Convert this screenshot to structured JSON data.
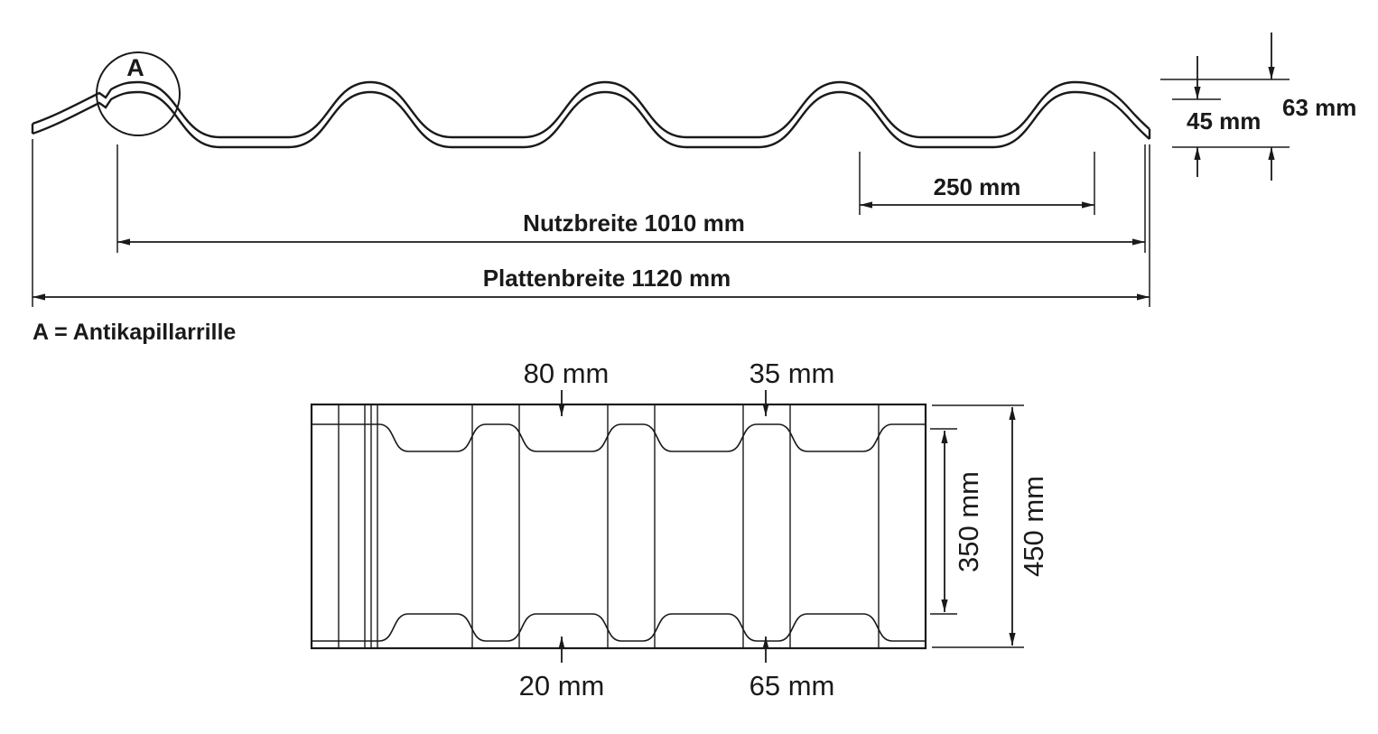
{
  "profile_view": {
    "detail_marker": "A",
    "legend": "A = Antikapillarrille",
    "dim_rib_spacing": "250 mm",
    "dim_useful_width": "Nutzbreite 1010 mm",
    "dim_panel_width": "Plattenbreite 1120 mm",
    "dim_height_inner": "45 mm",
    "dim_height_total": "63 mm"
  },
  "plan_view": {
    "dim_top_pan": "80 mm",
    "dim_top_rib": "35 mm",
    "dim_cover_length": "350 mm",
    "dim_total_length": "450 mm",
    "dim_bottom_pan": "20 mm",
    "dim_bottom_rib": "65 mm"
  },
  "colors": {
    "line": "#1a1a1a",
    "background": "#ffffff"
  }
}
